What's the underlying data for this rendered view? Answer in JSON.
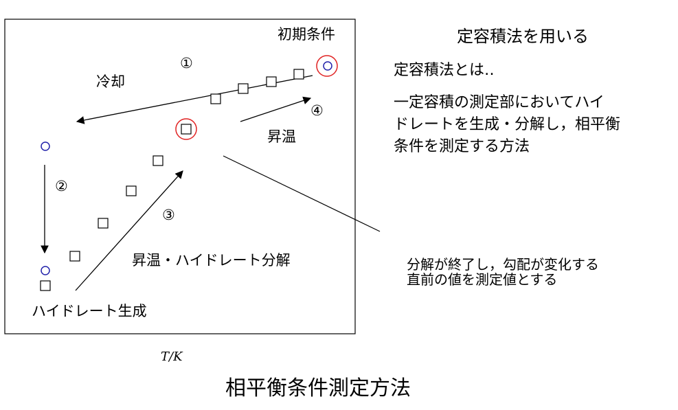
{
  "labels": {
    "initial_condition": "初期条件",
    "cooling": "冷却",
    "heating": "昇温",
    "heating_decomposition": "昇温・ハイドレート分解",
    "hydrate_formation": "ハイドレート生成",
    "step1": "①",
    "step2": "②",
    "step3": "③",
    "step4": "④"
  },
  "axis_label": "T/K",
  "right_panel": {
    "title": "定容積法を用いる",
    "subtitle": "定容積法とは‥",
    "description_line1": "一定容積の測定部においてハイ",
    "description_line2": "ドレートを生成・分解し，相平衡",
    "description_line3": "条件を測定する方法"
  },
  "note": {
    "line1": "分解が終了し，勾配が変化する",
    "line2": "直前の値を測定値とする"
  },
  "main_title": "相平衡条件測定方法",
  "colors": {
    "circle_blue": "#2222aa",
    "circle_red": "#e02020",
    "line": "#000000"
  }
}
